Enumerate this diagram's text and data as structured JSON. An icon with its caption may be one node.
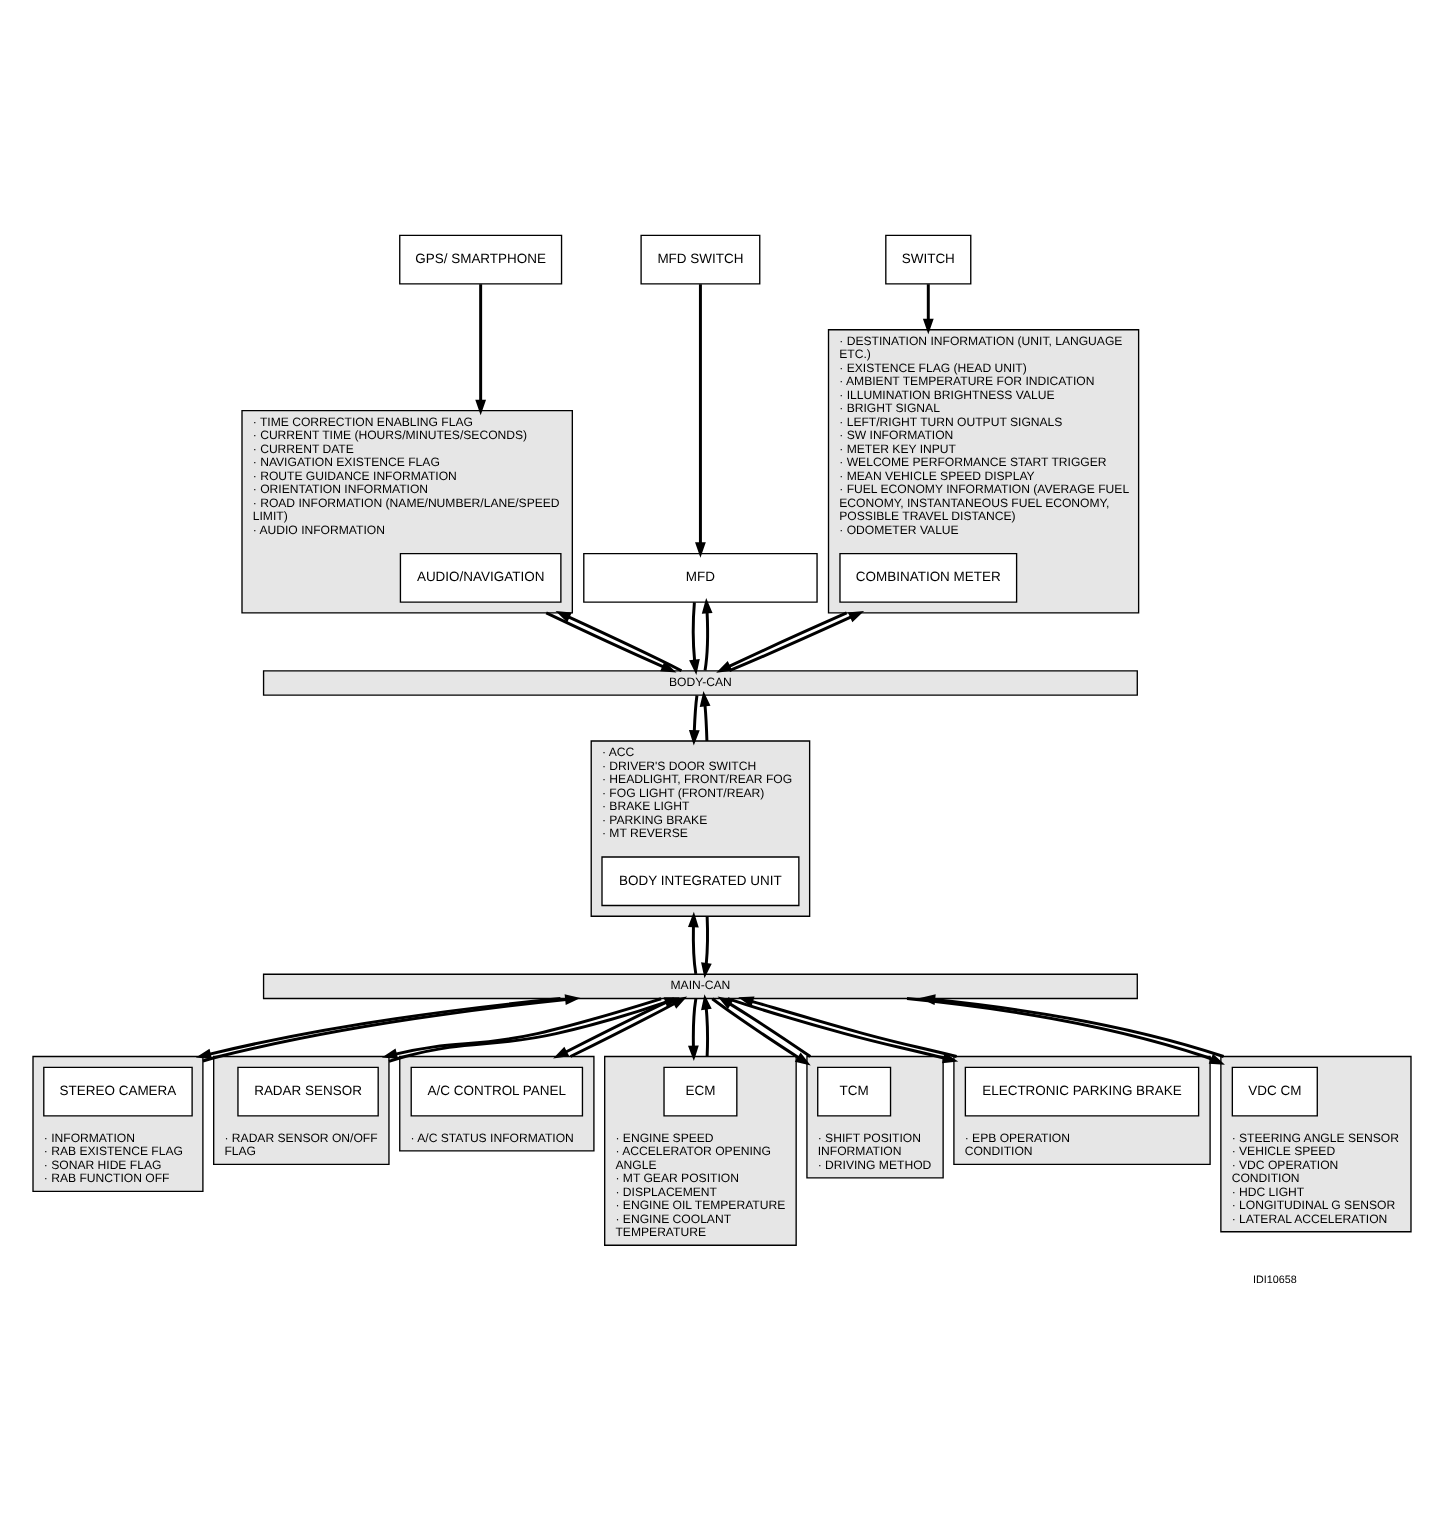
{
  "diagram": {
    "nodes": [
      {
        "text": [
          "· DESTINATION INFORMATION (UNIT, LANGUAGE ETC.)",
          "· EXISTENCE FLAG (HEAD UNIT)",
          "· AMBIENT TEMPERATURE FOR INDICATION",
          "· ILLUMINATION BRIGHTNESS VALUE",
          "· BRIGHT SIGNAL",
          "· LEFT/RIGHT TURN OUTPUT SIGNALS",
          "· SW INFORMATION",
          "· METER KEY INPUT",
          "· WELCOME PERFORMANCE START TRIGGER",
          "· MEAN VEHICLE SPEED DISPLAY",
          "· FUEL ECONOMY INFORMATION (AVERAGE FUEL ECONOMY, INSTANTANEOUS FUEL ECONOMY, POSSIBLE TRAVEL DISTANCE)",
          "· ODOMETER VALUE"
        ]
      },
      {
        "text": [
          "COMBINATION METER"
        ],
        "in": 0
      },
      {
        "text": [
          "SWITCH"
        ]
      },
      {
        "text": [
          "GPS/ SMARTPHONE"
        ]
      },
      {
        "text": [
          "· TIME CORRECTION ENABLING FLAG",
          "· CURRENT TIME (HOURS/MINUTES/SECONDS)",
          "· CURRENT DATE",
          "· NAVIGATION EXISTENCE FLAG",
          "· ROUTE GUIDANCE INFORMATION",
          "· ORIENTATION INFORMATION",
          "· ROAD INFORMATION (NAME/NUMBER/LANE/SPEED LIMIT)",
          "· AUDIO INFORMATION"
        ]
      },
      {
        "text": [
          "AUDIO/NAVIGATION"
        ],
        "in": 4
      },
      {
        "text": [
          "MFD SWITCH"
        ]
      },
      {
        "text": [
          "MFD"
        ]
      },
      {
        "text": [
          "BODY-CAN"
        ]
      },
      {
        "text": [
          "· ACC",
          "· DRIVER'S DOOR SWITCH",
          "· HEADLIGHT, FRONT/REAR FOG",
          "· FOG LIGHT (FRONT/REAR)",
          "· BRAKE LIGHT",
          "· PARKING BRAKE",
          "· MT REVERSE"
        ]
      },
      {
        "text": [
          "BODY INTEGRATED UNIT"
        ],
        "in": 9
      },
      {
        "text": [
          "MAIN-CAN"
        ]
      },
      {
        "text": [
          "· INFORMATION",
          "· RAB EXISTENCE FLAG",
          "· SONAR HIDE FLAG",
          "· RAB FUNCTION OFF"
        ]
      },
      {
        "text": [
          "STEREO CAMERA"
        ],
        "in": 12
      },
      {
        "text": [
          "· RADAR SENSOR ON/OFF FLAG"
        ]
      },
      {
        "text": [
          "RADAR SENSOR"
        ],
        "in": 14
      },
      {
        "text": [
          "· A/C STATUS INFORMATION"
        ]
      },
      {
        "text": [
          "A/C CONTROL PANEL"
        ],
        "in": 16
      },
      {
        "text": [
          "· ENGINE SPEED",
          "· ACCELERATOR OPENING ANGLE",
          "· MT GEAR POSITION",
          "· DISPLACEMENT",
          "· ENGINE OIL TEMPERATURE",
          "· ENGINE COOLANT TEMPERATURE"
        ]
      },
      {
        "text": [
          "ECM"
        ],
        "in": 18
      },
      {
        "text": [
          "· SHIFT POSITION INFORMATION",
          "· DRIVING METHOD"
        ]
      },
      {
        "text": [
          "TCM"
        ],
        "in": 20
      },
      {
        "text": [
          "· EPB OPERATION CONDITION"
        ]
      },
      {
        "text": [
          "ELECTRONIC PARKING BRAKE"
        ],
        "in": 22
      },
      {
        "text": [
          "· STEERING ANGLE SENSOR",
          "· VEHICLE SPEED",
          "· VDC OPERATION CONDITION",
          "· HDC LIGHT",
          "· LONGITUDINAL G SENSOR",
          "· LATERAL ACCELERATION"
        ]
      },
      {
        "text": [
          "VDC CM"
        ],
        "in": 24
      }
    ],
    "edges": [
      {
        "from": 2,
        "to": 0,
        "arrow": "to"
      },
      {
        "from": 3,
        "to": 4,
        "arrow": "to"
      },
      {
        "from": 6,
        "to": 7,
        "arrow": "to"
      },
      {
        "from": 0,
        "to": 8,
        "arrow": "to"
      },
      {
        "from": 8,
        "to": 0,
        "arrow": "to"
      },
      {
        "from": 7,
        "to": 8,
        "arrow": "to"
      },
      {
        "from": 8,
        "to": 7,
        "arrow": "to"
      },
      {
        "from": 4,
        "to": 8,
        "arrow": "to"
      },
      {
        "from": 8,
        "to": 4,
        "arrow": "to"
      },
      {
        "from": 8,
        "to": 9,
        "arrow": "to"
      },
      {
        "from": 9,
        "to": 8,
        "arrow": "to"
      },
      {
        "from": 11,
        "to": 9,
        "arrow": "to"
      },
      {
        "from": 9,
        "to": 11,
        "arrow": "to"
      },
      {
        "from": 11,
        "to": 12,
        "arrow": "to"
      },
      {
        "from": 12,
        "to": 11,
        "arrow": "to"
      },
      {
        "from": 11,
        "to": 14,
        "arrow": "to"
      },
      {
        "from": 14,
        "to": 11,
        "arrow": "to"
      },
      {
        "from": 11,
        "to": 16,
        "arrow": "to"
      },
      {
        "from": 16,
        "to": 11,
        "arrow": "to"
      },
      {
        "from": 11,
        "to": 18,
        "arrow": "to"
      },
      {
        "from": 18,
        "to": 11,
        "arrow": "to"
      },
      {
        "from": 11,
        "to": 20,
        "arrow": "to"
      },
      {
        "from": 20,
        "to": 11,
        "arrow": "to"
      },
      {
        "from": 11,
        "to": 22,
        "arrow": "to"
      },
      {
        "from": 22,
        "to": 11,
        "arrow": "to"
      },
      {
        "from": 11,
        "to": 24,
        "arrow": "to"
      },
      {
        "from": 24,
        "to": 11,
        "arrow": "to"
      }
    ],
    "labels": [
      "IDI10658"
    ]
  }
}
